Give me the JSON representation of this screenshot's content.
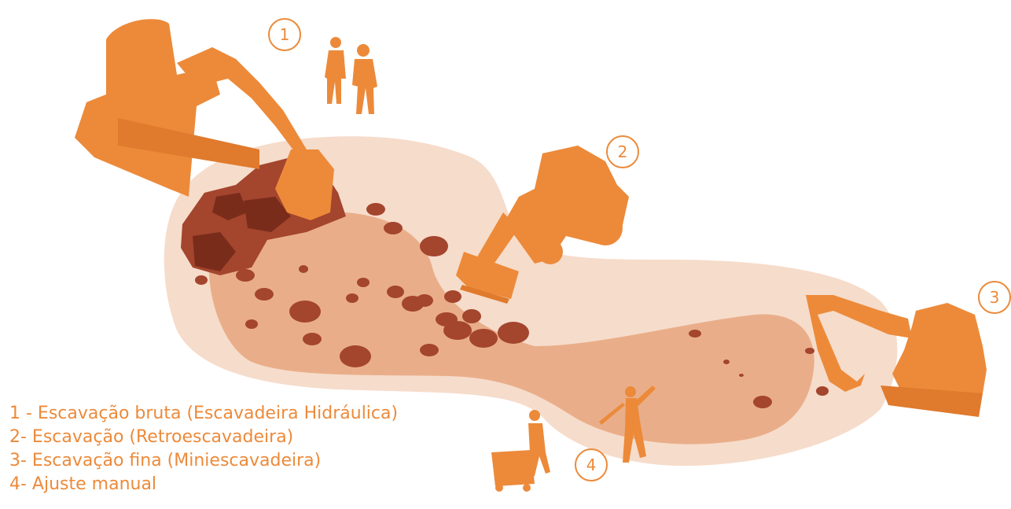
{
  "colors": {
    "accent": "#ec8a3a",
    "ground_light": "#f6dccb",
    "ground_mid": "#e9ae89",
    "rock": "#a4452e",
    "rock_dark": "#7a2c1b"
  },
  "badges": [
    "1",
    "2",
    "3",
    "4"
  ],
  "legend": [
    "1 - Escavação bruta (Escavadeira Hidráulica)",
    "2- Escavação (Retroescavadeira)",
    "3- Escavação fina (Miniescavadeira)",
    "4- Ajuste manual"
  ]
}
